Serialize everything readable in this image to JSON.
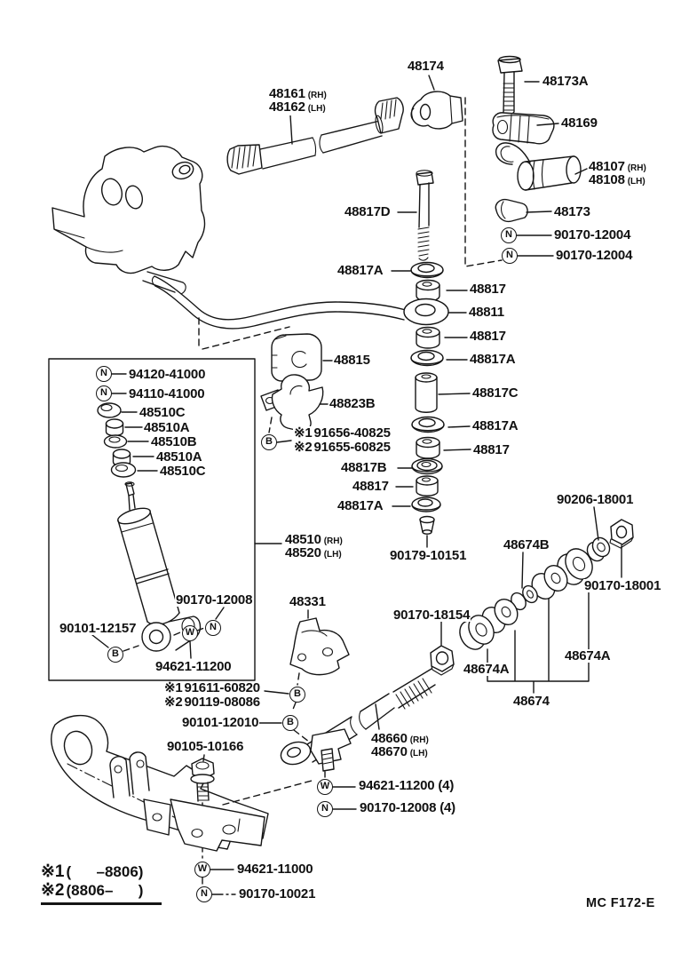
{
  "colors": {
    "ink": "#151515",
    "background": "#ffffff"
  },
  "footer": {
    "code": "MC F172-E"
  },
  "legend": {
    "row1": {
      "mark": "※1",
      "range": "(      –8806)"
    },
    "row2": {
      "mark": "※2",
      "range": "(8806–      )"
    }
  },
  "labels": {
    "a48174": {
      "text": "48174"
    },
    "a48173A": {
      "text": "48173A"
    },
    "a48161": {
      "text": "48161",
      "suffix": "(RH)"
    },
    "a48162": {
      "text": "48162",
      "suffix": "(LH)"
    },
    "a48169": {
      "text": "48169"
    },
    "a48107": {
      "text": "48107",
      "suffix": "(RH)"
    },
    "a48108": {
      "text": "48108",
      "suffix": "(LH)"
    },
    "a48173": {
      "text": "48173"
    },
    "a90170_12004_1": {
      "circle": "N",
      "text": "90170-12004"
    },
    "a90170_12004_2": {
      "circle": "N",
      "text": "90170-12004"
    },
    "a48817D": {
      "text": "48817D"
    },
    "a48817A_1": {
      "text": "48817A"
    },
    "a48817_1": {
      "text": "48817"
    },
    "a48811": {
      "text": "48811"
    },
    "a48817_2": {
      "text": "48817"
    },
    "a48817A_2": {
      "text": "48817A"
    },
    "a48815": {
      "text": "48815"
    },
    "a48817C": {
      "text": "48817C"
    },
    "a48823B": {
      "text": "48823B"
    },
    "a48817A_3": {
      "text": "48817A"
    },
    "a91656": {
      "mark": "※1",
      "text": "91656-40825",
      "circle": "B"
    },
    "a91655": {
      "mark": "※2",
      "text": "91655-60825"
    },
    "a48817_3": {
      "text": "48817"
    },
    "a48817B": {
      "text": "48817B"
    },
    "a48817_4": {
      "text": "48817"
    },
    "a48817A_4": {
      "text": "48817A"
    },
    "a90179_10151": {
      "text": "90179-10151"
    },
    "a94120_41000": {
      "circle": "N",
      "text": "94120-41000"
    },
    "a94110_41000": {
      "circle": "N",
      "text": "94110-41000"
    },
    "a48510C_1": {
      "text": "48510C"
    },
    "a48510A_1": {
      "text": "48510A"
    },
    "a48510B": {
      "text": "48510B"
    },
    "a48510A_2": {
      "text": "48510A"
    },
    "a48510C_2": {
      "text": "48510C"
    },
    "a48510": {
      "text": "48510",
      "suffix": "(RH)"
    },
    "a48520": {
      "text": "48520",
      "suffix": "(LH)"
    },
    "a90170_12008": {
      "text": "90170-12008",
      "circle": "N"
    },
    "a90101_12157": {
      "text": "90101-12157",
      "circle": "B"
    },
    "a94621_11200": {
      "text": "94621-11200",
      "circle": "W"
    },
    "a48331": {
      "text": "48331"
    },
    "a90170_18154": {
      "text": "90170-18154"
    },
    "a90206_18001": {
      "text": "90206-18001"
    },
    "a48674B": {
      "text": "48674B"
    },
    "a90170_18001": {
      "text": "90170-18001"
    },
    "a48674A_1": {
      "text": "48674A"
    },
    "a48674A_2": {
      "text": "48674A"
    },
    "a48674": {
      "text": "48674"
    },
    "a91611": {
      "mark": "※1",
      "text": "91611-60820",
      "circle": "B"
    },
    "a90119": {
      "mark": "※2",
      "text": "90119-08086"
    },
    "a90101_12010": {
      "text": "90101-12010",
      "circle": "B"
    },
    "a90105_10166": {
      "text": "90105-10166"
    },
    "a48660": {
      "text": "48660",
      "suffix": "(RH)"
    },
    "a48670": {
      "text": "48670",
      "suffix": "(LH)"
    },
    "a94621_11200_4": {
      "circle": "W",
      "text": "94621-11200",
      "qty": "(4)"
    },
    "a90170_12008_4": {
      "circle": "N",
      "text": "90170-12008",
      "qty": "(4)"
    },
    "a94621_11000": {
      "circle": "W",
      "text": "94621-11000"
    },
    "a90170_10021": {
      "circle": "N",
      "text": "90170-10021"
    }
  }
}
